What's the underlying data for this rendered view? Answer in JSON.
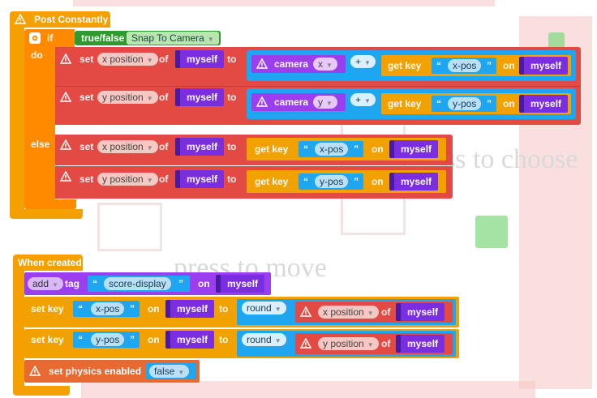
{
  "background": {
    "hint_choose": "ss to choose",
    "hint_move": "press to move"
  },
  "post_constantly": {
    "title": "Post Constantly",
    "if_label": "if",
    "do_label": "do",
    "else_label": "else",
    "condition": {
      "label": "true/false",
      "value": "Snap To Camera"
    },
    "do_rows": [
      {
        "set": "set",
        "prop": "x position",
        "of": "of",
        "target": "myself",
        "to": "to",
        "camera": "camera",
        "camera_axis": "x",
        "op": "+",
        "getkey": "get key",
        "key": "x-pos",
        "on": "on",
        "on_target": "myself"
      },
      {
        "set": "set",
        "prop": "y position",
        "of": "of",
        "target": "myself",
        "to": "to",
        "camera": "camera",
        "camera_axis": "y",
        "op": "+",
        "getkey": "get key",
        "key": "y-pos",
        "on": "on",
        "on_target": "myself"
      }
    ],
    "else_rows": [
      {
        "set": "set",
        "prop": "x position",
        "of": "of",
        "target": "myself",
        "to": "to",
        "getkey": "get key",
        "key": "x-pos",
        "on": "on",
        "on_target": "myself"
      },
      {
        "set": "set",
        "prop": "y position",
        "of": "of",
        "target": "myself",
        "to": "to",
        "getkey": "get key",
        "key": "y-pos",
        "on": "on",
        "on_target": "myself"
      }
    ]
  },
  "when_created": {
    "title": "When created",
    "add": {
      "action": "add",
      "tag_label": "tag",
      "tag_value": "score-display",
      "on": "on",
      "target": "myself"
    },
    "setkeys": [
      {
        "label": "set key",
        "key": "x-pos",
        "on": "on",
        "target": "myself",
        "to": "to",
        "round": "round",
        "prop": "x position",
        "of": "of",
        "prop_target": "myself"
      },
      {
        "label": "set key",
        "key": "y-pos",
        "on": "on",
        "target": "myself",
        "to": "to",
        "round": "round",
        "prop": "y position",
        "of": "of",
        "prop_target": "myself"
      }
    ],
    "physics": {
      "label": "set physics enabled",
      "value": "false"
    }
  },
  "colors": {
    "control": "#f4a000",
    "if": "#ff8a00",
    "set_block": "#e34a44",
    "getkey": "#f2a200",
    "object": "#7a2ee0",
    "math": "#1fa6f0",
    "logic": "#2f9b2f"
  },
  "icons": [
    "warning-icon",
    "gear-icon",
    "dropdown-arrow-icon",
    "quote-open-icon",
    "quote-close-icon"
  ]
}
